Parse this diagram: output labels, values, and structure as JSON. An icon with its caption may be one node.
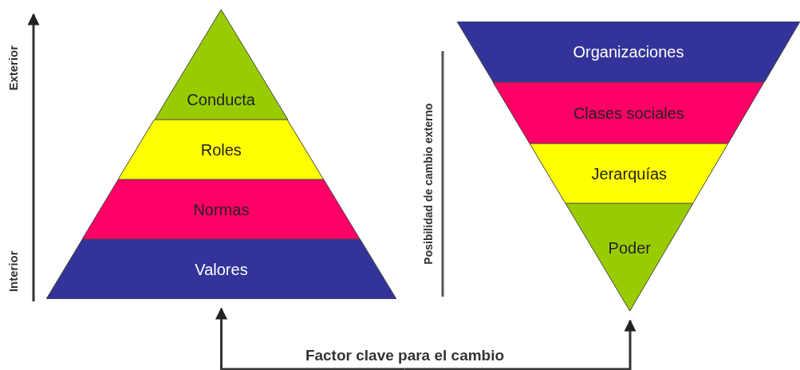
{
  "diagram": {
    "nodes": [
      {
        "text": [
          "Conducta"
        ]
      },
      {
        "text": [
          "Roles"
        ]
      },
      {
        "text": [
          "Normas"
        ]
      },
      {
        "text": [
          "Valores"
        ]
      },
      {
        "text": [
          "Organizaciones"
        ]
      },
      {
        "text": [
          "Clases sociales"
        ]
      },
      {
        "text": [
          "Jerarquías"
        ]
      },
      {
        "text": [
          "Poder"
        ]
      },
      {
        "text": [
          "Factor clave para el cambio"
        ]
      }
    ],
    "edges": [
      {
        "from": 8,
        "to": 3,
        "arrow": "to"
      },
      {
        "from": 8,
        "to": 7,
        "arrow": "to"
      }
    ],
    "labels": [
      "Exterior",
      "Interior",
      "Posibilidad de cambio externo"
    ]
  }
}
